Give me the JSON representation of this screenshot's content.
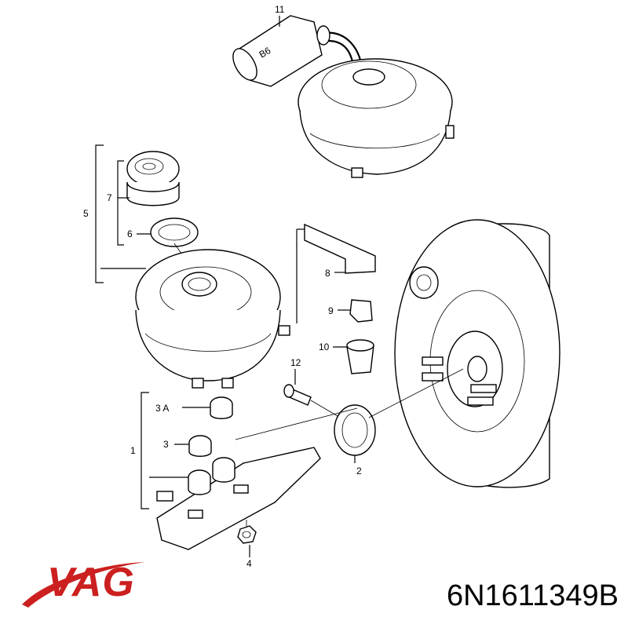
{
  "brand": {
    "name": "VAG",
    "color": "#cc1f1f"
  },
  "part_number": "6N1611349B",
  "callouts": {
    "c11": "11",
    "c7": "7",
    "c5": "5",
    "c6": "6",
    "c8": "8",
    "c9": "9",
    "c10": "10",
    "c12": "12",
    "c3A": "3 A",
    "c3": "3",
    "c1": "1",
    "c2": "2",
    "c4": "4"
  },
  "label_99": "B6"
}
